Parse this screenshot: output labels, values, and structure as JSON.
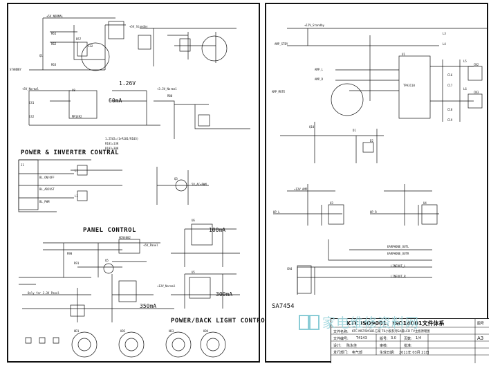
{
  "left_panel": {
    "headings": {
      "power_inverter": "POWER & INVERTER CONTRAL",
      "panel_control": "PANEL CONTROL",
      "power_backlight": "POWER/BACK LIGHT CONTROL"
    },
    "notes": {
      "v126": "1.26V",
      "ma60": "60mA",
      "formula1": "1.25V2=(1+R101/R103)",
      "formula2": "R101=13K",
      "formula3": "R103=30K",
      "ma100": "100mA",
      "ma300": "300mA",
      "ma350": "350mA",
      "only33": "Only for 3.3V Panel"
    },
    "nets": {
      "v5normal_top": "+5V_NORMAL",
      "v5standby": "+5V_Standby",
      "standby": "STANDBY",
      "v5normal": "+5V_Normal",
      "v33normal": "+3.3V_Normal",
      "bl_onoff": "BL_ON/OFF",
      "bl_adj": "BL_ADJUST",
      "bl_pwm": "BL_PWM",
      "vpanel": "+5V_Panel",
      "v12normal": "+12V_Normal",
      "ac_pwm": "5V_AC+PWM"
    },
    "parts": [
      "R61",
      "R62",
      "Q1",
      "R63",
      "C32",
      "R57",
      "U8",
      "MP1492",
      "C41",
      "C42",
      "R80",
      "L1",
      "L2",
      "Q3",
      "U6",
      "U5",
      "J1",
      "Q5",
      "R90",
      "R91",
      "ADS4002",
      "HD1",
      "HD2",
      "HD3",
      "HD4"
    ]
  },
  "right_panel": {
    "corner_label": "SA7454",
    "nets": {
      "v12standby": "+12V_Standby",
      "amp_stby": "AMP_STBY",
      "amp_mute": "AMP_MUTE",
      "v12_amp": "+12V_AMP",
      "amp_l": "AMP_L",
      "amp_r": "AMP_R",
      "hp_l": "HP_L",
      "hp_r": "HP_R",
      "earphone_l": "EARPHONE_OUTL",
      "earphone_r": "EARPHONE_OUTR",
      "lineout_l": "LINEOUT_L",
      "lineout_r": "LINEOUT_R"
    },
    "parts": [
      "U1",
      "TPA3110",
      "L3",
      "L4",
      "L5",
      "L6",
      "CN2",
      "CN3",
      "C16",
      "C17",
      "C18",
      "C19",
      "Q10",
      "D1",
      "D2",
      "U3",
      "U4",
      "CN4"
    ]
  },
  "title_block": {
    "company_title": "KTC  ISO9001、ISO14001文件体系",
    "file_name_label": "文件名称:",
    "file_name_value": "KTC  MST6M181方案 T6小板系列SA最LCD TV主板原理图",
    "file_no_label": "文件编号:",
    "file_no_value": "T4143",
    "version_label": "版号:",
    "version_value": "3.0",
    "pages_label": "页数:",
    "pages_value": "1/4",
    "design_label": "设计:",
    "design_value": "陈永佳",
    "review_label": "审核:",
    "approve_label": "批准:",
    "dept_label": "发行部门:",
    "dept_value": "电气部",
    "date_label": "生效日期:",
    "date_value": "2011年 03月 21日",
    "sheet_size": "A3",
    "drawing_no": "图号"
  },
  "watermark": "家电维修资料网"
}
